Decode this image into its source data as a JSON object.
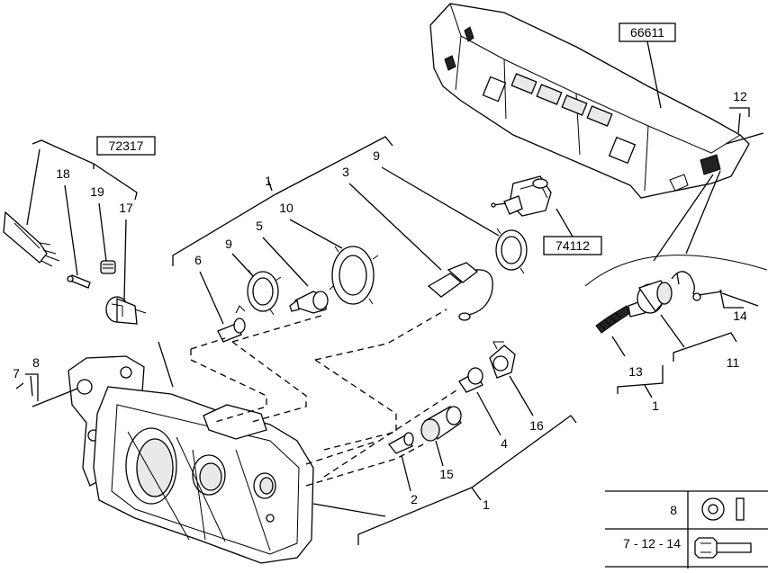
{
  "diagram": {
    "ref_boxes": {
      "bumper": "66611",
      "harness": "72317",
      "switch": "74112"
    },
    "callouts": {
      "c1_top": "1",
      "c1_bottom": "1",
      "c1_detail": "1",
      "c2": "2",
      "c3": "3",
      "c4": "4",
      "c5": "5",
      "c6": "6",
      "c7": "7",
      "c8": "8",
      "c9_left": "9",
      "c9_right": "9",
      "c10": "10",
      "c11": "11",
      "c12": "12",
      "c13": "13",
      "c14": "14",
      "c15": "15",
      "c16": "16",
      "c17": "17",
      "c18": "18",
      "c19": "19"
    },
    "legend": {
      "row1_label": "8",
      "row2_label": "7 - 12 - 14"
    }
  }
}
